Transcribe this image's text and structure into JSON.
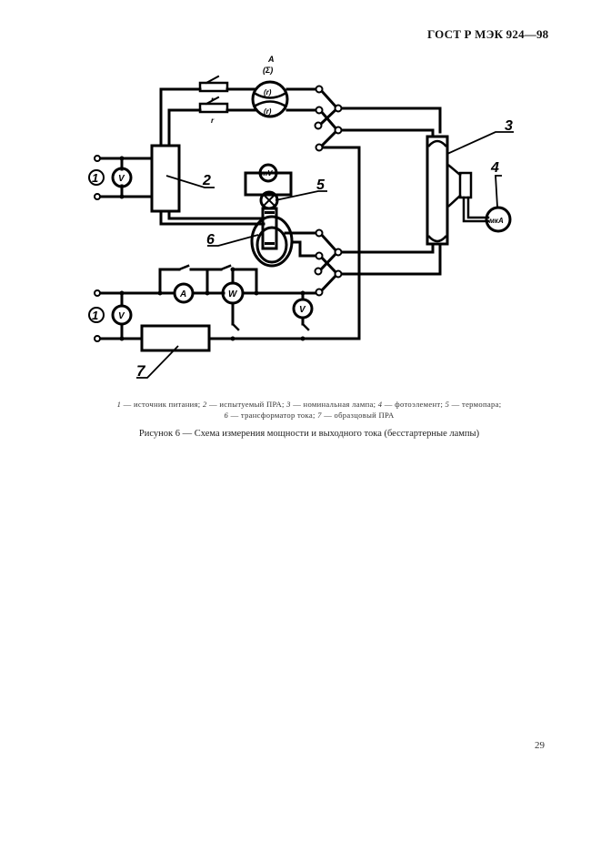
{
  "header": {
    "standard": "ГОСТ Р МЭК 924—98"
  },
  "figure": {
    "labels": {
      "l1a": "1",
      "l1b": "1",
      "l2": "2",
      "l3": "3",
      "l4": "4",
      "l5": "5",
      "l6": "6",
      "l7": "7",
      "ammeter_top": "A",
      "ammeter_top_sub": "(Σ)",
      "gauge_r1": "(r)",
      "gauge_r2": "(r)",
      "relay_r1": "r",
      "relay_r2": "r",
      "voltmeter": "V",
      "millivoltmeter": "mV",
      "microammeter": "мкА",
      "ammeter": "A",
      "wattmeter": "W"
    },
    "legend": {
      "items": [
        {
          "num": "1",
          "text": " — источник питания; "
        },
        {
          "num": "2",
          "text": " — испытуемый ПРА; "
        },
        {
          "num": "3",
          "text": " — номинальная лампа; "
        },
        {
          "num": "4",
          "text": " — фотоэлемент; "
        },
        {
          "num": "5",
          "text": " — термопара;"
        },
        {
          "num": "6",
          "text": " — трансформатор тока; "
        },
        {
          "num": "7",
          "text": " — образцовый ПРА"
        }
      ]
    },
    "caption": "Рисунок 6 — Схема измерения мощности и выходного тока (бесстартерные лампы)"
  },
  "footer": {
    "page_number": "29"
  }
}
